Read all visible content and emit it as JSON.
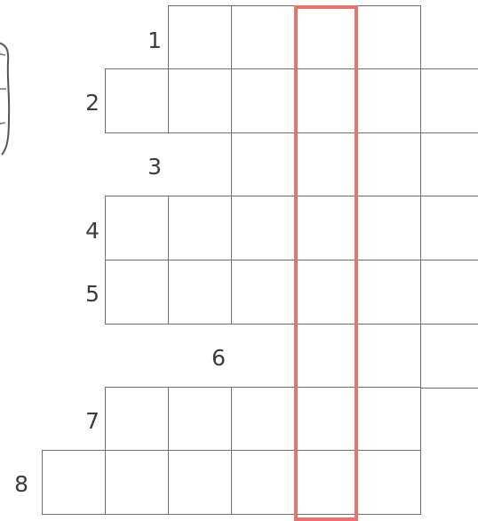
{
  "crossword": {
    "clues": [
      {
        "number": "1"
      },
      {
        "number": "2"
      },
      {
        "number": "3"
      },
      {
        "number": "4"
      },
      {
        "number": "5"
      },
      {
        "number": "6"
      },
      {
        "number": "7"
      },
      {
        "number": "8"
      }
    ],
    "highlight_color": "#e8736b",
    "grid_line_color": "#6f6f6f",
    "number_color": "#3c3c3c"
  }
}
